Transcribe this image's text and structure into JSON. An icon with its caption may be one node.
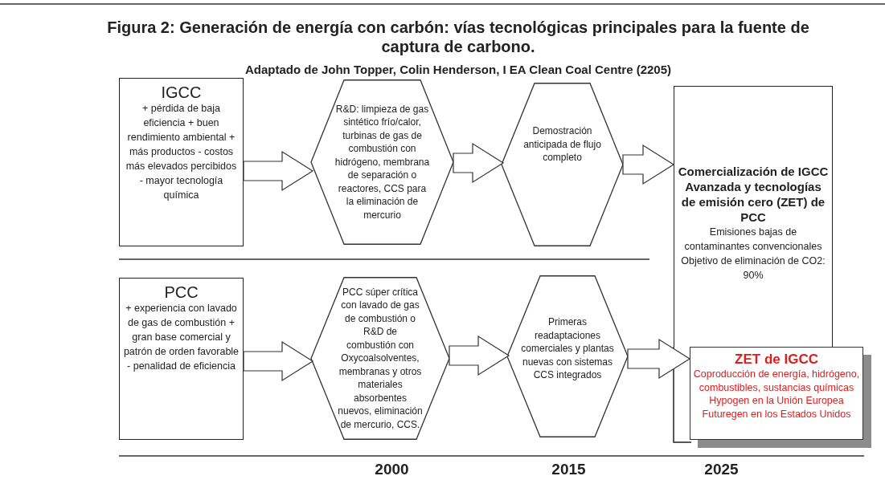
{
  "diagram": {
    "title": "Figura 2: Generación de energía con carbón: vías tecnológicas principales para la fuente de captura de carbono.",
    "nodes": [
      {
        "text": [
          "IGCC",
          "+ pérdida de baja eficiencia + buen rendimiento ambiental + más productos - costos más elevados percibidos - mayor tecnología química"
        ]
      },
      {
        "text": [
          "R&D: limpieza de gas sintético frío/calor, turbinas de gas de combustión con hidrógeno, membrana de separación o reactores, CCS para la eliminación de mercurio"
        ]
      },
      {
        "text": [
          "Demostración anticipada de flujo completo"
        ]
      },
      {
        "text": [
          "Comercialización de IGCC Avanzada y tecnologías de emisión cero (ZET) de PCC",
          "Emisiones bajas de contaminantes convencionales Objetivo de eliminación de CO2: 90%"
        ]
      },
      {
        "text": [
          "ZET de IGCC",
          "Coproducción de energía, hidrógeno, combustibles, sustancias químicas Hypogen en la Unión Europea Futuregen en los Estados Unidos"
        ]
      },
      {
        "text": [
          "PCC",
          "+ experiencia con lavado de gas de combustión + gran base comercial y patrón de orden favorable - penalidad de eficiencia"
        ]
      },
      {
        "text": [
          "PCC súper crítica con lavado de gas de combustión o R&D de combustión con Oxycoalsolventes, membranas y otros materiales absorbentes nuevos, eliminación de mercurio, CCS."
        ]
      },
      {
        "text": [
          "Primeras readaptaciones comerciales y plantas nuevas con sistemas CCS integrados"
        ]
      }
    ],
    "edges": [
      {
        "from": 0,
        "to": 1,
        "arrow": "to"
      },
      {
        "from": 1,
        "to": 2,
        "arrow": "to"
      },
      {
        "from": 2,
        "to": 3,
        "arrow": "to"
      },
      {
        "from": 5,
        "to": 6,
        "arrow": "to"
      },
      {
        "from": 6,
        "to": 7,
        "arrow": "to"
      },
      {
        "from": 7,
        "to": 4,
        "arrow": "to"
      }
    ],
    "labels": [
      "Adaptado de John Topper, Colin Henderson, I EA Clean Coal Centre (2205)",
      "2000",
      "2015",
      "2025"
    ]
  }
}
